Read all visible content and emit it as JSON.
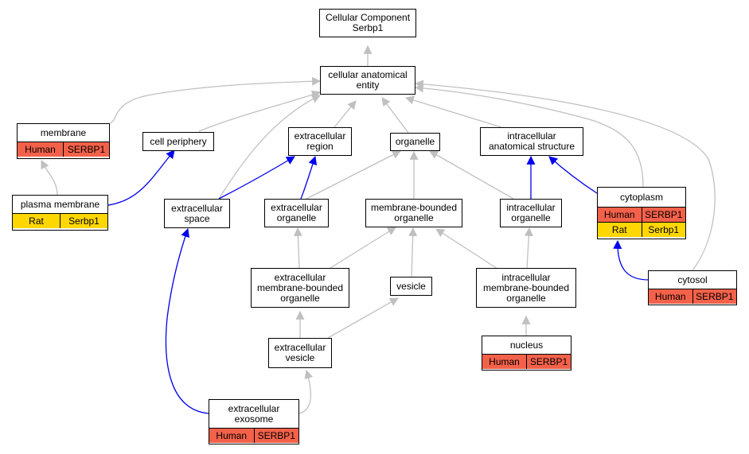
{
  "colors": {
    "gray_edge": "#c0c0c0",
    "blue_edge": "#0000ee",
    "human": "#f4614a",
    "rat": "#ffd700"
  },
  "nodes": {
    "root": {
      "title": "Cellular Component\nSerbp1"
    },
    "cae": {
      "title": "cellular anatomical\nentity"
    },
    "membrane": {
      "title": "membrane",
      "annotations": [
        [
          "Human",
          "SERBP1"
        ]
      ]
    },
    "cell_periphery": {
      "title": "cell periphery"
    },
    "extracellular_region": {
      "title": "extracellular\nregion"
    },
    "organelle": {
      "title": "organelle"
    },
    "ias": {
      "title": "intracellular\nanatomical structure"
    },
    "plasma_membrane": {
      "title": "plasma membrane",
      "annotations": [
        [
          "Rat",
          "Serbp1"
        ]
      ]
    },
    "extracellular_space": {
      "title": "extracellular\nspace"
    },
    "extracellular_organelle": {
      "title": "extracellular\norganelle"
    },
    "mbo": {
      "title": "membrane-bounded\norganelle"
    },
    "intracellular_organelle": {
      "title": "intracellular\norganelle"
    },
    "cytoplasm": {
      "title": "cytoplasm",
      "annotations": [
        [
          "Human",
          "SERBP1"
        ],
        [
          "Rat",
          "Serbp1"
        ]
      ]
    },
    "embo": {
      "title": "extracellular\nmembrane-bounded\norganelle"
    },
    "vesicle": {
      "title": "vesicle"
    },
    "imbo": {
      "title": "intracellular\nmembrane-bounded\norganelle"
    },
    "cytosol": {
      "title": "cytosol",
      "annotations": [
        [
          "Human",
          "SERBP1"
        ]
      ]
    },
    "extracellular_vesicle": {
      "title": "extracellular\nvesicle"
    },
    "nucleus": {
      "title": "nucleus",
      "annotations": [
        [
          "Human",
          "SERBP1"
        ]
      ]
    },
    "exosome": {
      "title": "extracellular\nexosome",
      "annotations": [
        [
          "Human",
          "SERBP1"
        ]
      ]
    }
  }
}
